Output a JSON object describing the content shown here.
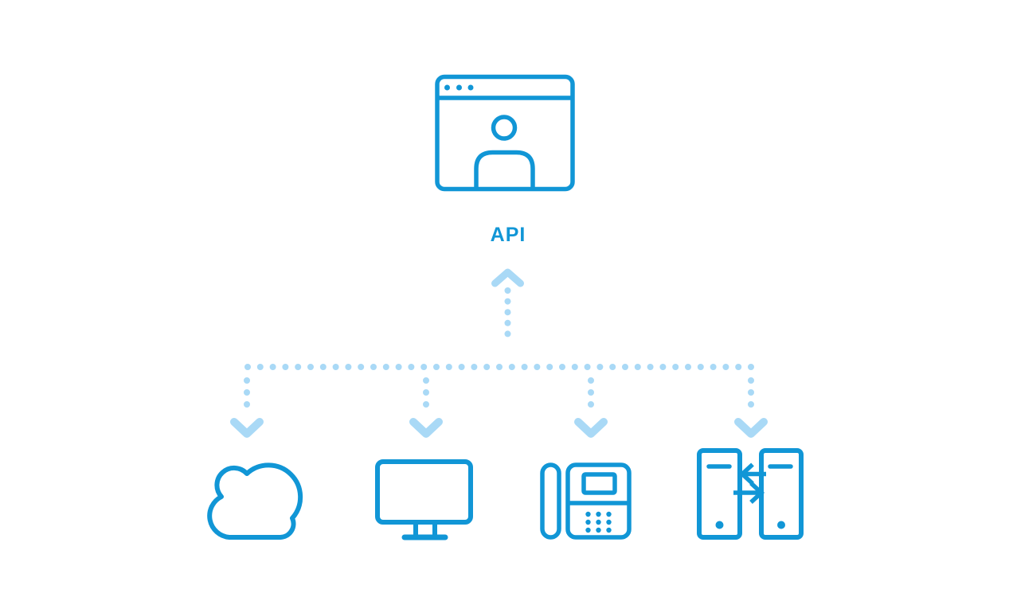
{
  "api": {
    "label": "API"
  },
  "colors": {
    "primary": "#1196d6",
    "light_blue": "#a9d9f6",
    "background": "#ffffff"
  },
  "nodes": [
    {
      "id": "api",
      "icon": "browser-user-icon",
      "label": "API",
      "position": "top-center"
    },
    {
      "id": "cloud",
      "icon": "cloud-icon",
      "position": "bottom-1"
    },
    {
      "id": "desktop",
      "icon": "monitor-icon",
      "position": "bottom-2"
    },
    {
      "id": "desk-phone",
      "icon": "desk-phone-icon",
      "position": "bottom-3"
    },
    {
      "id": "servers",
      "icon": "servers-sync-icon",
      "position": "bottom-4"
    }
  ],
  "connections": [
    {
      "from": "branch-line",
      "to": "api",
      "style": "dotted-arrow-up"
    },
    {
      "from": "branch-line",
      "to": "cloud",
      "style": "dotted-arrow-down"
    },
    {
      "from": "branch-line",
      "to": "desktop",
      "style": "dotted-arrow-down"
    },
    {
      "from": "branch-line",
      "to": "desk-phone",
      "style": "dotted-arrow-down"
    },
    {
      "from": "branch-line",
      "to": "servers",
      "style": "dotted-arrow-down"
    }
  ]
}
